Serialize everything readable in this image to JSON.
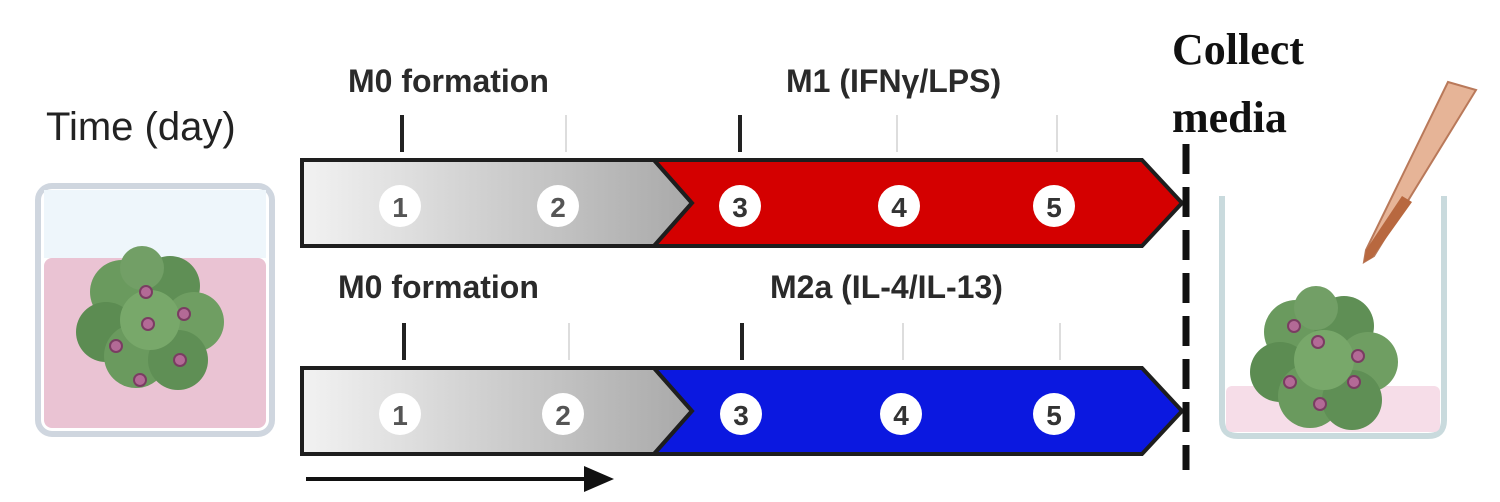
{
  "time_label": "Time (day)",
  "collect_label": [
    "Collect",
    "media"
  ],
  "timelines": [
    {
      "phase_left": "M0 formation",
      "phase_right": "M1 (IFNγ/LPS)",
      "days": [
        "1",
        "2",
        "3",
        "4",
        "5"
      ],
      "treatment_color": "#d40000"
    },
    {
      "phase_left": "M0 formation",
      "phase_right": "M2a (IL-4/IL-13)",
      "days": [
        "1",
        "2",
        "3",
        "4",
        "5"
      ],
      "treatment_color": "#0b18e0"
    }
  ],
  "colors": {
    "formation_gradient_start": "#f2f2f2",
    "formation_gradient_end": "#a9a9a9",
    "well_liquid_left": "#eac3d3",
    "well_liquid_right": "#f6dde8",
    "organoid": "#6a9a5e",
    "pipette": "#c9825a"
  },
  "icons": [
    "culture-well-icon",
    "organoid-icon",
    "pipette-icon",
    "time-arrow-icon"
  ]
}
